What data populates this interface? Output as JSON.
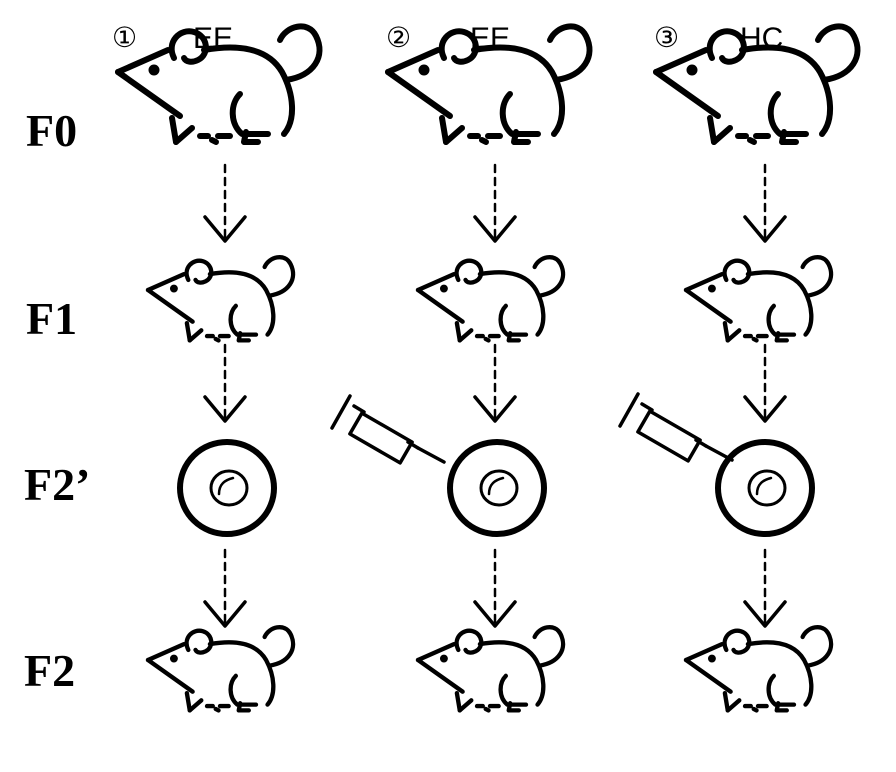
{
  "generations": {
    "f0": "F0",
    "f1": "F1",
    "f2p": "F2’",
    "f2": "F2"
  },
  "columns": [
    {
      "number": "①",
      "group": "EE"
    },
    {
      "number": "②",
      "group": "EE"
    },
    {
      "number": "③",
      "group": "HC"
    }
  ]
}
